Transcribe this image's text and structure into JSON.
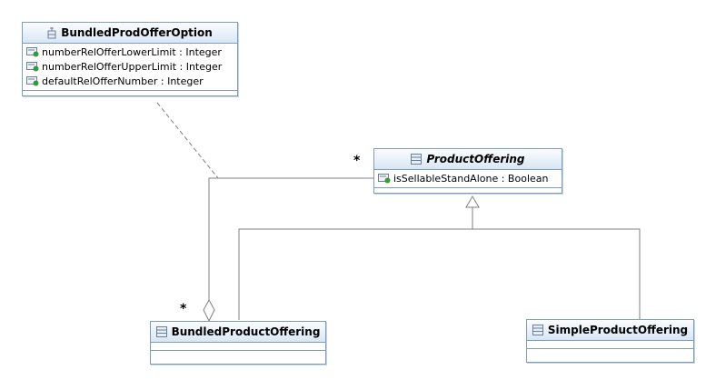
{
  "classes": {
    "bundled_option": {
      "name": "BundledProdOfferOption",
      "icon": "datatype-icon",
      "attributes": [
        "numberRelOfferLowerLimit : Integer",
        "numberRelOfferUpperLimit : Integer",
        "defaultRelOfferNumber : Integer"
      ]
    },
    "product_offering": {
      "name": "ProductOffering",
      "icon": "class-icon",
      "attributes": [
        "isSellableStandAlone : Boolean"
      ]
    },
    "bundled_product_offering": {
      "name": "BundledProductOffering",
      "icon": "class-icon"
    },
    "simple_product_offering": {
      "name": "SimpleProductOffering",
      "icon": "class-icon"
    }
  },
  "multiplicities": {
    "product_offering_end": "*",
    "bundled_end": "*"
  },
  "colors": {
    "border": "#7f9db9",
    "header_top": "#fbfdff",
    "header_bottom": "#d8e6f4",
    "line": "#808080",
    "attribute_icon_green": "#3a9a3a"
  }
}
